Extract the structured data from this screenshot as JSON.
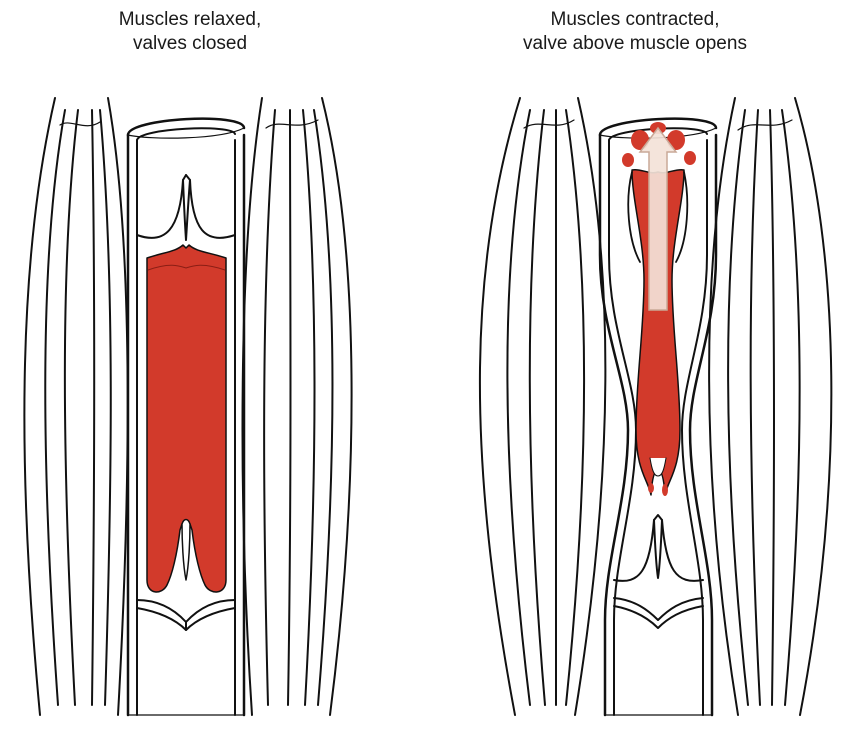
{
  "panels": [
    {
      "caption_line1": "Muscles relaxed,",
      "caption_line2": "valves closed",
      "state": "relaxed"
    },
    {
      "caption_line1": "Muscles contracted,",
      "caption_line2": "valve above muscle opens",
      "state": "contracted"
    }
  ],
  "colors": {
    "blood": "#d23a2b",
    "outline": "#111111",
    "arrow_fill": "#f3e2d8"
  }
}
